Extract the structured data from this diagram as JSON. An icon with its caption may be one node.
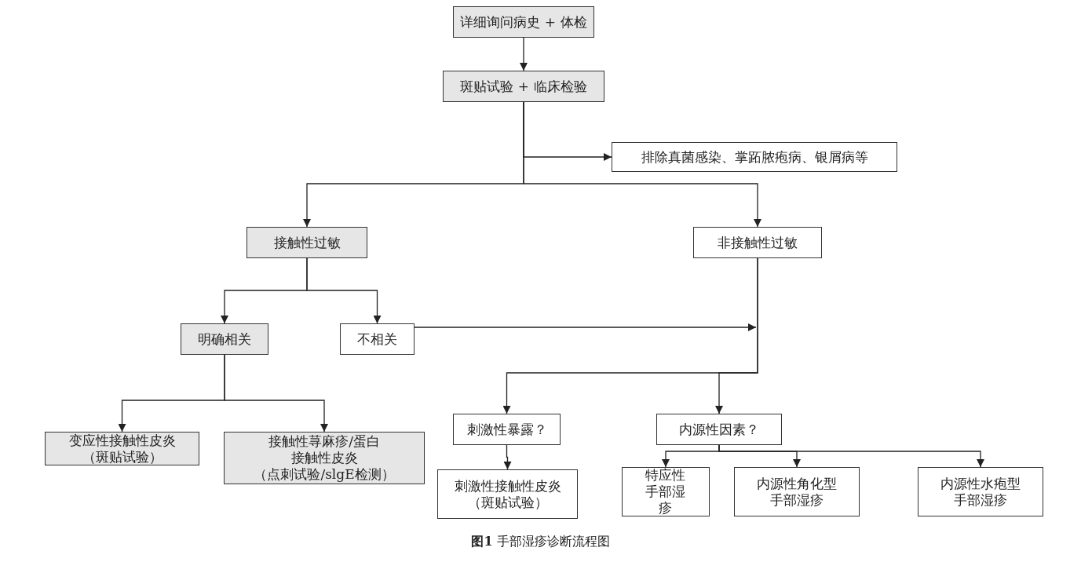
{
  "diagram": {
    "caption": "**图1** 手部湿疹诊断流程图",
    "nodes": [
      {
        "text": [
          "详细询问病史 + 体检"
        ]
      },
      {
        "text": [
          "斑贴试验 + 临床检验"
        ]
      },
      {
        "text": [
          "排除真菌感染、掌跖脓疱病、银屑病等"
        ]
      },
      {
        "text": [
          "接触性过敏"
        ]
      },
      {
        "text": [
          "非接触性过敏"
        ]
      },
      {
        "text": [
          "明确相关"
        ]
      },
      {
        "text": [
          "不相关"
        ]
      },
      {
        "text": [
          "变应性接触性皮炎",
          "（斑贴试验）"
        ]
      },
      {
        "text": [
          "接触性荨麻疹/蛋白接触性皮炎",
          "（点刺试验/slgE检测）"
        ]
      },
      {
        "text": [
          "刺激性暴露？"
        ]
      },
      {
        "text": [
          "内源性因素？"
        ]
      },
      {
        "text": [
          "刺激性接触性皮炎",
          "（斑贴试验）"
        ]
      },
      {
        "text": [
          "特应性手部湿疹"
        ]
      },
      {
        "text": [
          "内源性角化型手部湿疹"
        ]
      },
      {
        "text": [
          "内源性水疱型手部湿疹"
        ]
      }
    ],
    "edges": [
      {
        "from": 0,
        "to": 1,
        "arrow": "to"
      },
      {
        "from": 1,
        "to": 2,
        "arrow": "to"
      },
      {
        "from": 1,
        "to": 3,
        "arrow": "to"
      },
      {
        "from": 1,
        "to": 4,
        "arrow": "to"
      },
      {
        "from": 3,
        "to": 5,
        "arrow": "to"
      },
      {
        "from": 3,
        "to": 6,
        "arrow": "to"
      },
      {
        "from": 6,
        "to": null,
        "arrow": "to"
      },
      {
        "from": 4,
        "to": 9,
        "arrow": "to"
      },
      {
        "from": 4,
        "to": 10,
        "arrow": "to"
      },
      {
        "from": 5,
        "to": 7,
        "arrow": "to"
      },
      {
        "from": 5,
        "to": 8,
        "arrow": "to"
      },
      {
        "from": 9,
        "to": 11,
        "arrow": "to"
      },
      {
        "from": 10,
        "to": 12,
        "arrow": "to"
      },
      {
        "from": 10,
        "to": 13,
        "arrow": "to"
      },
      {
        "from": 10,
        "to": 14,
        "arrow": "to"
      }
    ]
  }
}
